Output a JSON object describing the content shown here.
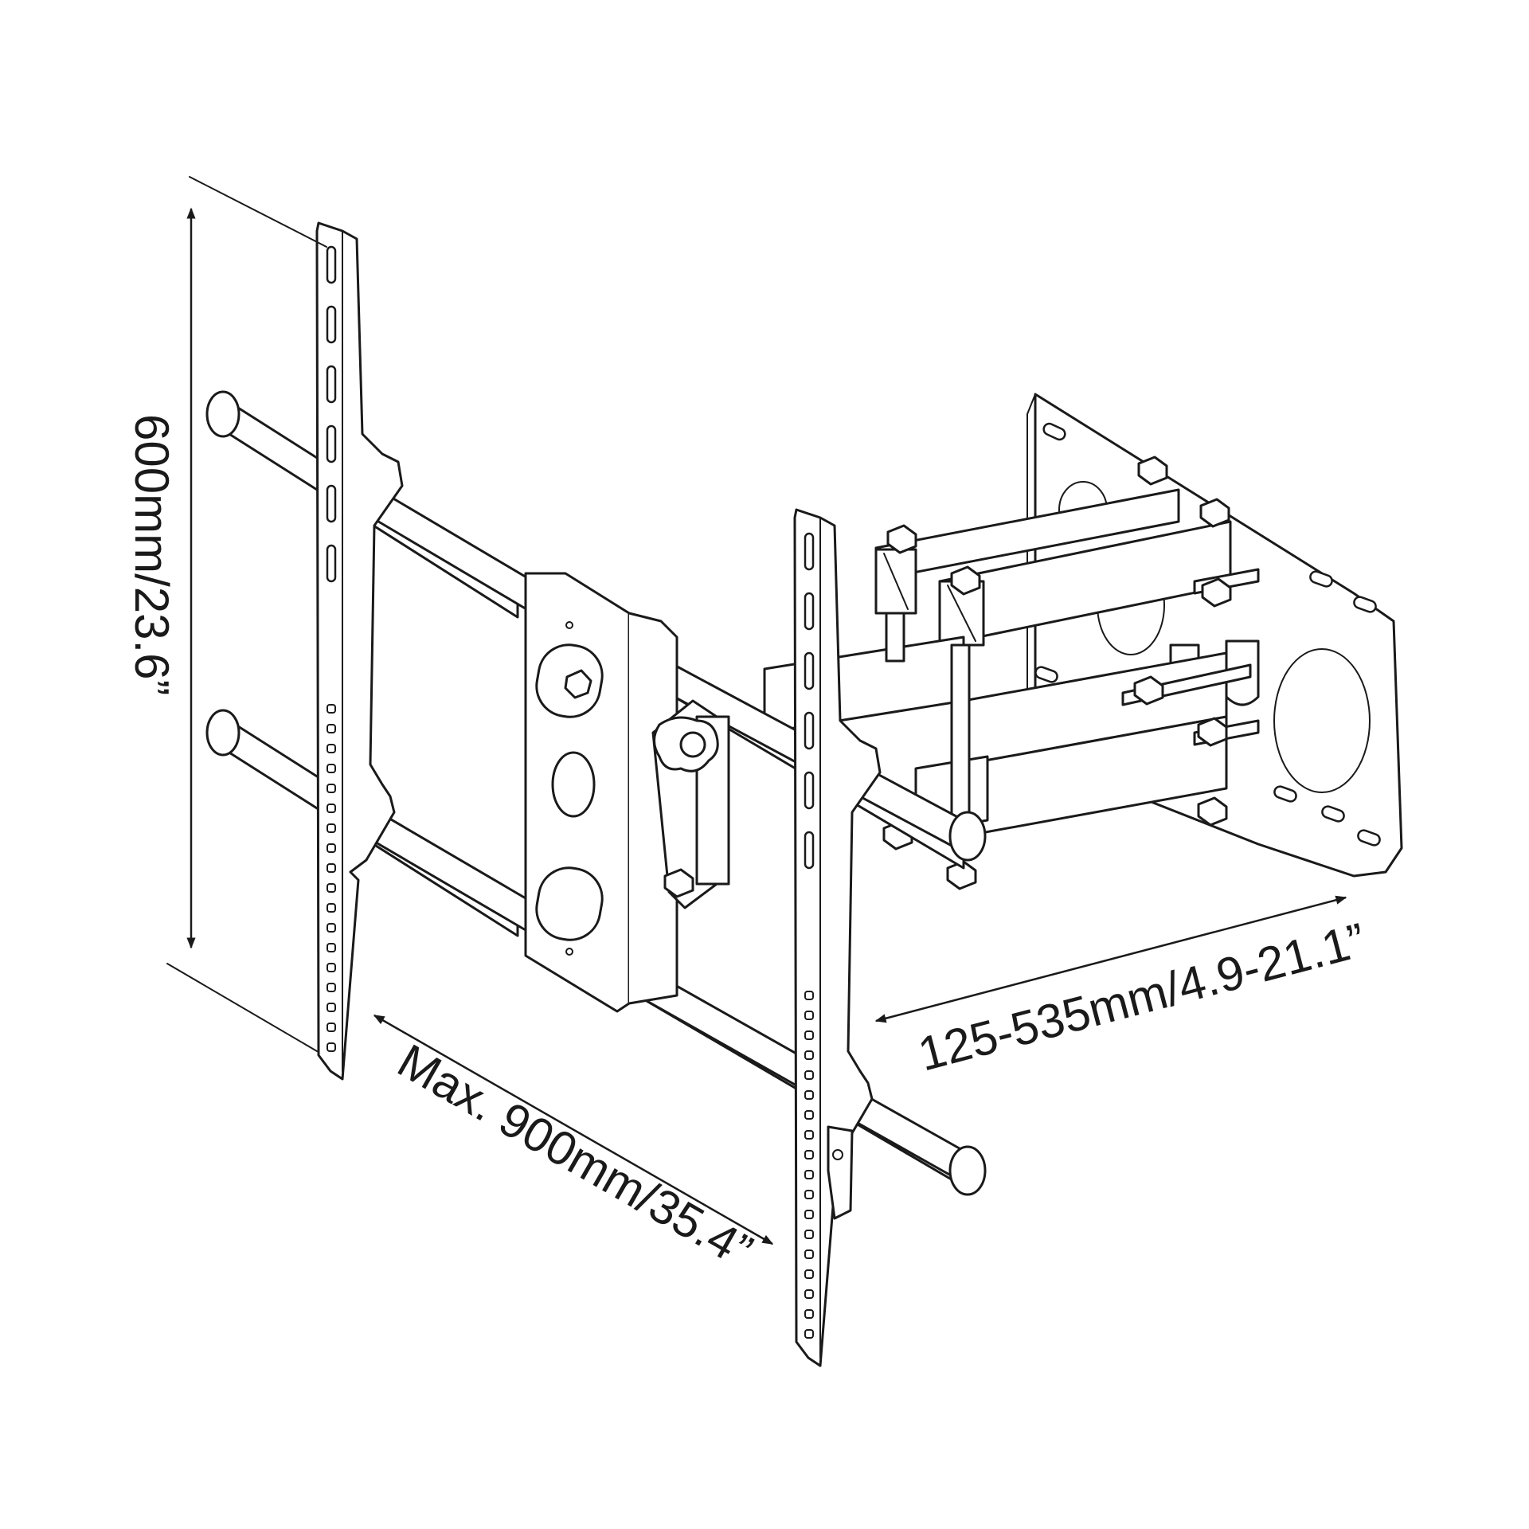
{
  "dimensions": {
    "height_label": "600mm/23.6”",
    "width_label": "Max. 900mm/35.4”",
    "extension_label": "125-535mm/4.9-21.1”"
  },
  "colors": {
    "line": "#1a1a1a",
    "background": "#ffffff"
  }
}
